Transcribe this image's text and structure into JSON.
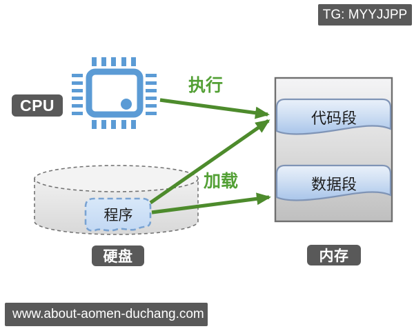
{
  "watermarks": {
    "top_right": "TG: MYYJJPP",
    "bottom_left": "www.about-aomen-duchang.com"
  },
  "diagram": {
    "cpu": {
      "label": "CPU"
    },
    "disk": {
      "label": "硬盘",
      "program_label": "程序"
    },
    "memory": {
      "label": "内存",
      "segments": [
        {
          "label": "代码段"
        },
        {
          "label": "数据段"
        }
      ]
    },
    "arrows": {
      "execute": {
        "label": "执行",
        "from": "CPU",
        "to": "代码段"
      },
      "load": {
        "label": "加载",
        "from": "程序",
        "to": "代码段, 数据段"
      }
    }
  },
  "colors": {
    "watermark_bg": "#595959",
    "label_chip_bg": "#595959",
    "cpu_icon_blue": "#5b9bd5",
    "segment_fill_blue": "#bdd3ef",
    "segment_border": "#7f94b6",
    "program_fill_blue": "#cfe2f7",
    "program_border": "#7aa3d2",
    "arrow_green": "#4d8b2c",
    "arrow_label_green": "#53a035",
    "memory_border_gray": "#6f6f6f",
    "cylinder_border_gray": "#737373"
  }
}
